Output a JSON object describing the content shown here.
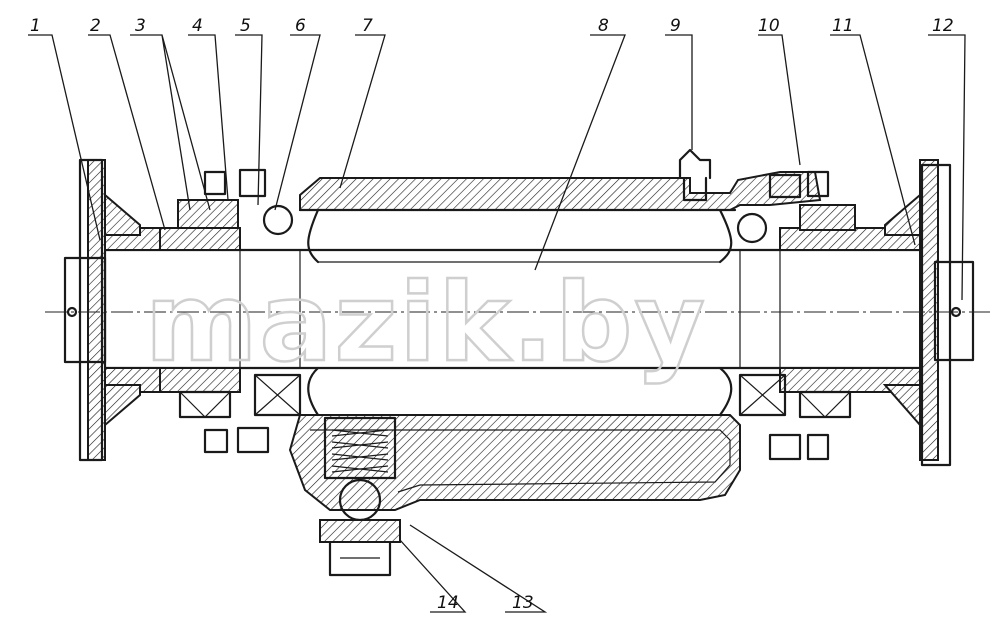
{
  "watermark": "mazik.by",
  "callouts": [
    {
      "label": "1"
    },
    {
      "label": "2"
    },
    {
      "label": "3"
    },
    {
      "label": "4"
    },
    {
      "label": "5"
    },
    {
      "label": "6"
    },
    {
      "label": "7"
    },
    {
      "label": "8"
    },
    {
      "label": "9"
    },
    {
      "label": "10"
    },
    {
      "label": "11"
    },
    {
      "label": "12"
    },
    {
      "label": "13"
    },
    {
      "label": "14"
    }
  ]
}
